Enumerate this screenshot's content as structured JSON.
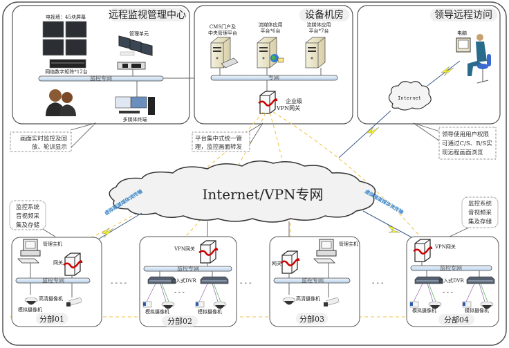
{
  "diagram": {
    "center": {
      "title": "远程监视管理中心",
      "tv_wall": "电视墙：45块屏幕",
      "matrix": "网络数字矩阵*12台",
      "mgmt_unit": "管理单元",
      "network": "监控专网",
      "terminal": "多媒体终端"
    },
    "server_room": {
      "title": "设备机房",
      "cms": [
        "CMS门户及",
        "中央管理平台"
      ],
      "stream1": [
        "流媒体应用",
        "平台*6台"
      ],
      "stream2": [
        "流媒体应用",
        "平台*7台"
      ],
      "network": "专网",
      "gateway": [
        "企业级",
        "VPN网关"
      ]
    },
    "leader": {
      "title": "领导远程访问",
      "pc": "电脑",
      "internet": "Internet"
    },
    "notes": {
      "center_note": [
        "画面实时监控及回",
        "放、轮训显示"
      ],
      "platform_note": [
        "平台集中式统一管",
        "理，监控画面转发"
      ],
      "leader_note": [
        "领导使用用户权限",
        "可通过C/S、B/S实",
        "现远程画面浏览"
      ],
      "branch_note_left": [
        "监控系统",
        "音视频采",
        "集及存储"
      ],
      "branch_note_right": [
        "监控系统",
        "音视频采",
        "集及存储"
      ]
    },
    "cloud_label": "Internet/VPN专网",
    "tunnel_label": "虚拟隧道媒体流传输",
    "branches": [
      {
        "name": "分部01",
        "host": "管理主机",
        "gateway": "网关",
        "network": "监控专网",
        "hd_cam": "高清摄像机",
        "analog_cam": "模拟摄像机"
      },
      {
        "name": "分部02",
        "gateway": "VPN网关",
        "network": "监控专网",
        "dvr": "嵌入式DVR",
        "analog_cam": "模拟摄像机"
      },
      {
        "name": "分部03",
        "host": "管理主机",
        "gateway": "网关",
        "network": "监控专网",
        "hd_cam": "高清摄像机"
      },
      {
        "name": "分部04",
        "gateway": "VPN网关",
        "network": "监控专网",
        "dvr": "嵌入式DVR",
        "analog_cam": "模拟摄像机"
      }
    ],
    "colors": {
      "tunnel": "#f0c040",
      "network_bar": "#d6e6f4",
      "panel_border": "#555555",
      "cloud_fill": "#f2f2f2",
      "lightning": "#f5f51e"
    }
  }
}
